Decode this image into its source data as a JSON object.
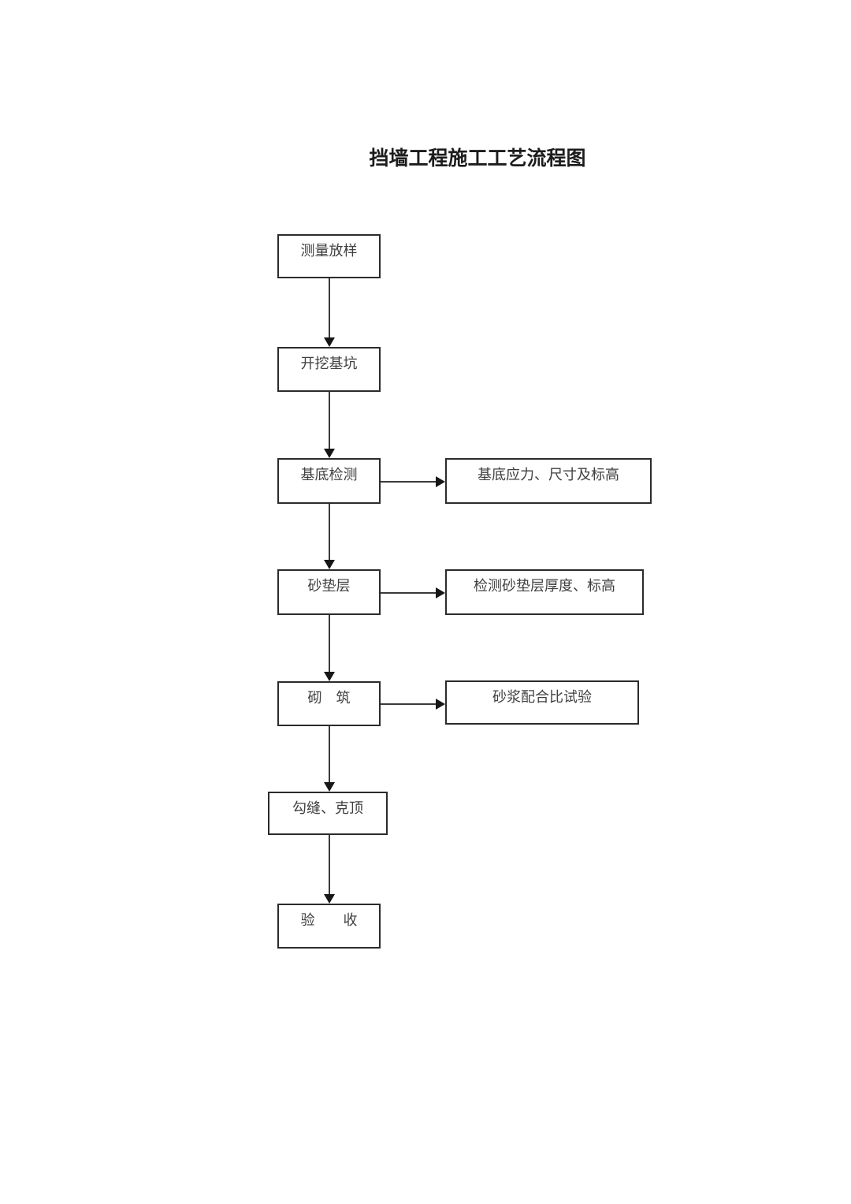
{
  "page_title": "挡墙工程施工工艺流程图",
  "colors": {
    "background": "#ffffff",
    "box_border": "#2b2b2b",
    "box_text": "#404040",
    "connector_line": "#3a3a3a",
    "arrowhead": "#161616",
    "title_text": "#1c1c1c"
  },
  "flow": {
    "main_nodes": [
      {
        "id": "survey-layout",
        "label": "测量放样"
      },
      {
        "id": "excavate-pit",
        "label": "开挖基坑"
      },
      {
        "id": "base-inspection",
        "label": "基底检测"
      },
      {
        "id": "sand-cushion",
        "label": "砂垫层"
      },
      {
        "id": "masonry",
        "label": "砌　筑"
      },
      {
        "id": "pointing-capping",
        "label": "勾缝、克顶"
      },
      {
        "id": "acceptance",
        "label": "验　　收"
      }
    ],
    "side_nodes": [
      {
        "id": "base-check-items",
        "from": "base-inspection",
        "label": "基底应力、尺寸及标高"
      },
      {
        "id": "cushion-check-items",
        "from": "sand-cushion",
        "label": "检测砂垫层厚度、标高"
      },
      {
        "id": "mortar-mix-test",
        "from": "masonry",
        "label": "砂浆配合比试验"
      }
    ],
    "edges": [
      {
        "from": "survey-layout",
        "to": "excavate-pit",
        "type": "down"
      },
      {
        "from": "excavate-pit",
        "to": "base-inspection",
        "type": "down"
      },
      {
        "from": "base-inspection",
        "to": "sand-cushion",
        "type": "down"
      },
      {
        "from": "sand-cushion",
        "to": "masonry",
        "type": "down"
      },
      {
        "from": "masonry",
        "to": "pointing-capping",
        "type": "down"
      },
      {
        "from": "pointing-capping",
        "to": "acceptance",
        "type": "down"
      },
      {
        "from": "base-inspection",
        "to": "base-check-items",
        "type": "right"
      },
      {
        "from": "sand-cushion",
        "to": "cushion-check-items",
        "type": "right"
      },
      {
        "from": "masonry",
        "to": "mortar-mix-test",
        "type": "right"
      }
    ]
  }
}
